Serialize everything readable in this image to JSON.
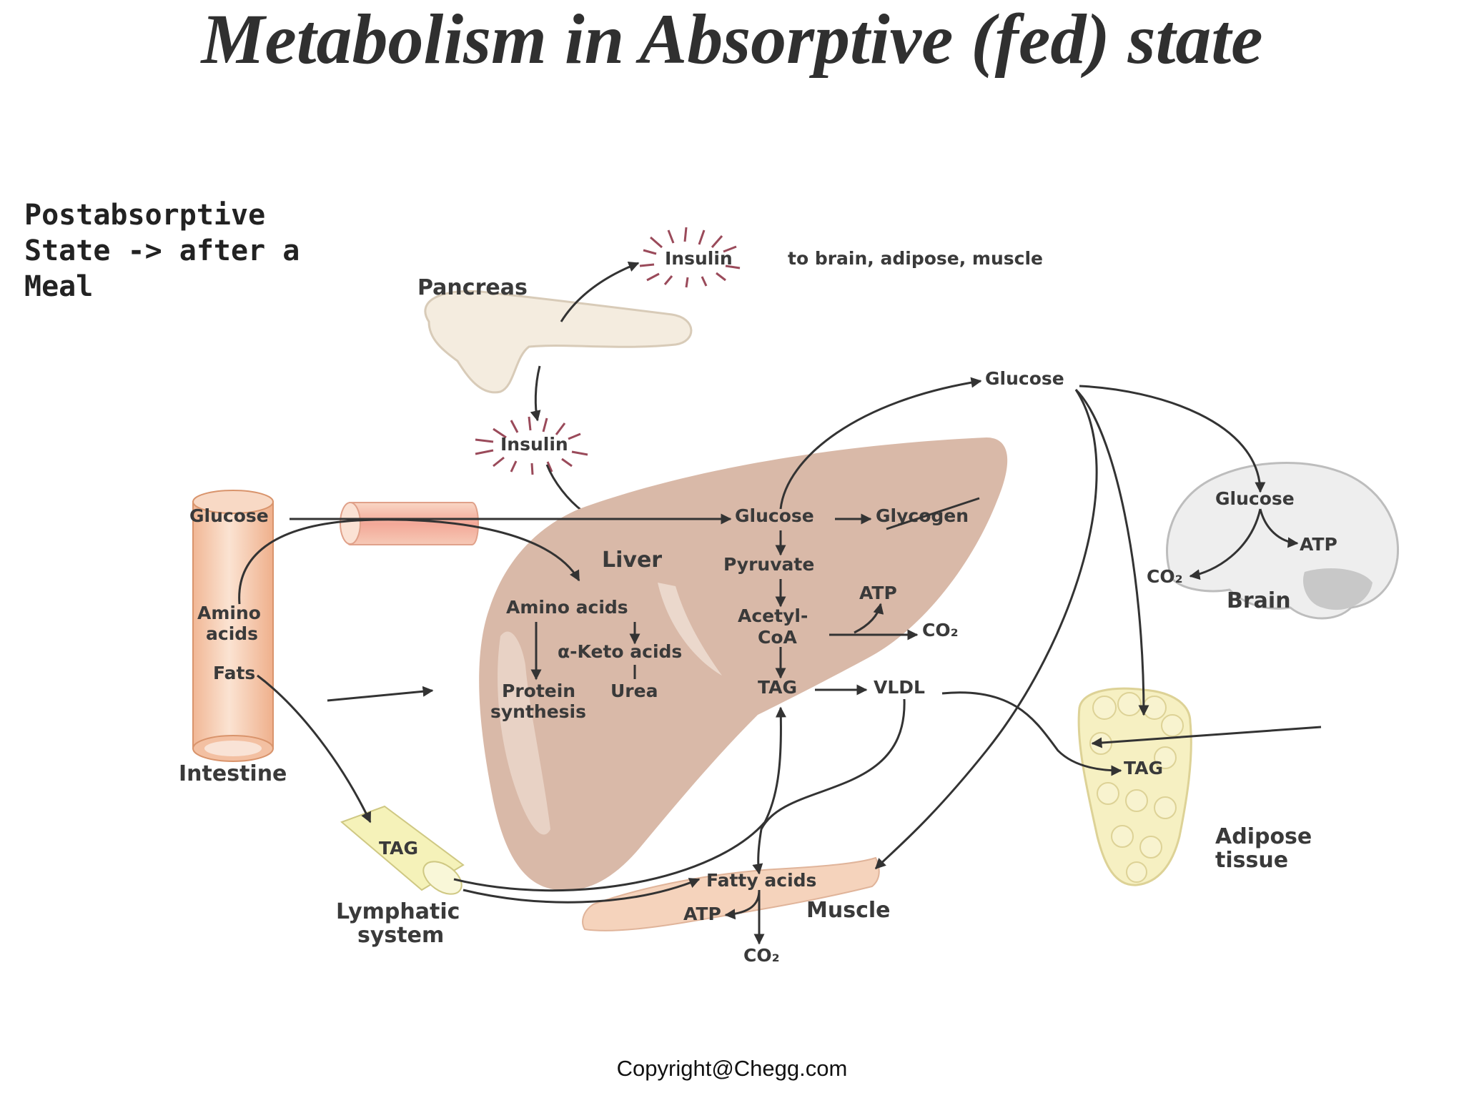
{
  "title": "Metabolism in Absorptive (fed) state",
  "subtitle_lines": [
    "Postabsorptive",
    "State -> after a",
    "Meal"
  ],
  "copyright": "Copyright@Chegg.com",
  "colors": {
    "liver": "#d9b9a8",
    "intestine": "#f6cfb4",
    "pancreas": "#f4ecdf",
    "adipose": "#f6f0c2",
    "brain": "#ececec",
    "muscle": "#f5d3bc",
    "lymphatic": "#f5f2b9",
    "text": "#3a3a3a"
  },
  "organs": {
    "pancreas": "Pancreas",
    "liver": "Liver",
    "intestine": "Intestine",
    "brain": "Brain",
    "adipose_line1": "Adipose",
    "adipose_line2": "tissue",
    "muscle": "Muscle",
    "lymphatic_line1": "Lymphatic",
    "lymphatic_line2": "system"
  },
  "labels": {
    "insulin_top": "Insulin",
    "insulin_targets": "to brain, adipose, muscle",
    "insulin_lower": "Insulin",
    "glucose_blood": "Glucose",
    "glucose_intestine": "Glucose",
    "amino_line1": "Amino",
    "amino_line2": "acids",
    "fats": "Fats",
    "liver_glucose": "Glucose",
    "glycogen": "Glycogen",
    "pyruvate": "Pyruvate",
    "acetyl_line1": "Acetyl-",
    "acetyl_line2": "CoA",
    "atp_liver": "ATP",
    "co2_liver": "CO₂",
    "tag_liver": "TAG",
    "vldl": "VLDL",
    "liver_amino": "Amino acids",
    "keto": "α-Keto acids",
    "protein_line1": "Protein",
    "protein_line2": "synthesis",
    "urea": "Urea",
    "brain_glucose": "Glucose",
    "brain_atp": "ATP",
    "brain_co2": "CO₂",
    "adipose_tag": "TAG",
    "lymph_tag": "TAG",
    "fatty_acids": "Fatty acids",
    "muscle_atp": "ATP",
    "muscle_co2": "CO₂"
  }
}
